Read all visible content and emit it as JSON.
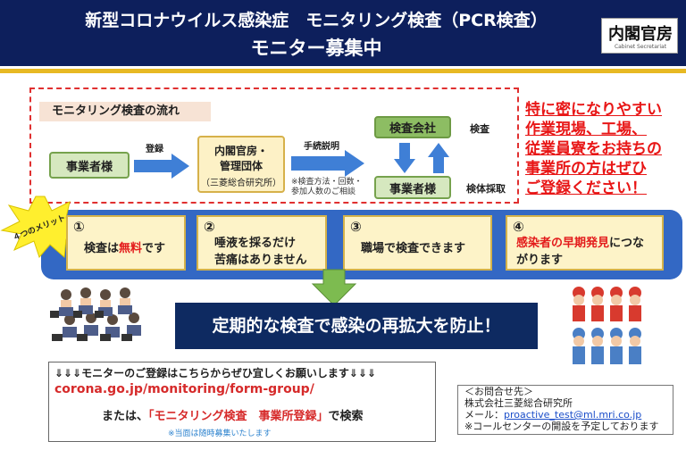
{
  "header": {
    "title_line1": "新型コロナウイルス感染症　モニタリング検査（PCR検査）",
    "title_line2": "モニター募集中",
    "logo_text": "内閣官房",
    "logo_subtext": "Cabinet Secretariat"
  },
  "flow": {
    "title": "モニタリング検査の流れ",
    "business1": "事業者様",
    "register_label": "登録",
    "cabinet_line1": "内閣官房・",
    "cabinet_line2": "管理団体",
    "cabinet_line3": "（三菱総合研究所）",
    "procedure_label": "手続説明",
    "procedure_note_line1": "※検査方法・回数・",
    "procedure_note_line2": "参加人数のご相談",
    "inspection_company": "検査会社",
    "inspection_label": "検査",
    "business2": "事業者様",
    "sample_label": "検体採取"
  },
  "callout": {
    "line1": "特に密になりやすい",
    "line2": "作業現場、工場、",
    "line3": "従業員寮をお持ちの",
    "line4": "事業所の方はぜひ",
    "line5": "ご登録ください！"
  },
  "merits": {
    "burst_label": "４つのメリット",
    "items": [
      {
        "num": "①",
        "text_a": "検査は",
        "text_red": "無料",
        "text_b": "です"
      },
      {
        "num": "②",
        "text_line1": "唾液を採るだけ",
        "text_line2": "苦痛はありません"
      },
      {
        "num": "③",
        "text": "職場で検査できます"
      },
      {
        "num": "④",
        "text_red": "感染者の早期発見",
        "text_b": "につな",
        "text_line2": "がります"
      }
    ]
  },
  "bottom_banner": "定期的な検査で感染の再拡大を防止！",
  "registration": {
    "line1": "⇓⇓⇓モニターのご登録はこちらからぜひ宜しくお願いします⇓⇓⇓",
    "url": "corona.go.jp/monitoring/form-group/",
    "search_prefix": "または、",
    "search_term": "「モニタリング検査　事業所登録」",
    "search_suffix": "で検索",
    "note": "※当面は随時募集いたします"
  },
  "contact": {
    "title": "＜お問合せ先＞",
    "company": "株式会社三菱総合研究所",
    "mail_label": "メール：",
    "email": "proactive_test@ml.mri.co.jp",
    "note": "※コールセンターの開設を予定しております"
  },
  "colors": {
    "navy": "#0d1f5c",
    "gold": "#e7b923",
    "red": "#e31b1b",
    "merit_blue": "#3368c4",
    "green": "#8dbd63",
    "banner_navy": "#0e2a61"
  }
}
